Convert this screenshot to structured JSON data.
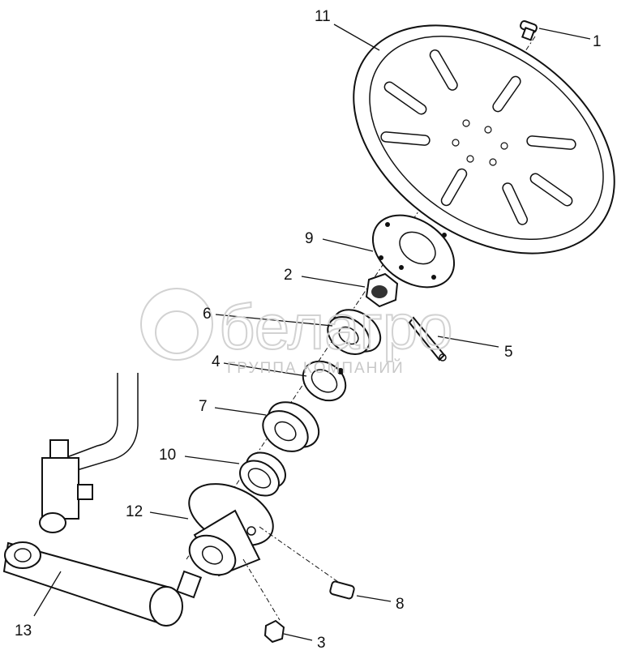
{
  "watermark": {
    "brand": "белагро",
    "subtitle": "ГРУППА КОМПАНИЙ"
  },
  "callouts": {
    "c1": "1",
    "c2": "2",
    "c3": "3",
    "c4": "4",
    "c5": "5",
    "c6": "6",
    "c7": "7",
    "c8": "8",
    "c9": "9",
    "c10": "10",
    "c11": "11",
    "c12": "12",
    "c13": "13"
  }
}
